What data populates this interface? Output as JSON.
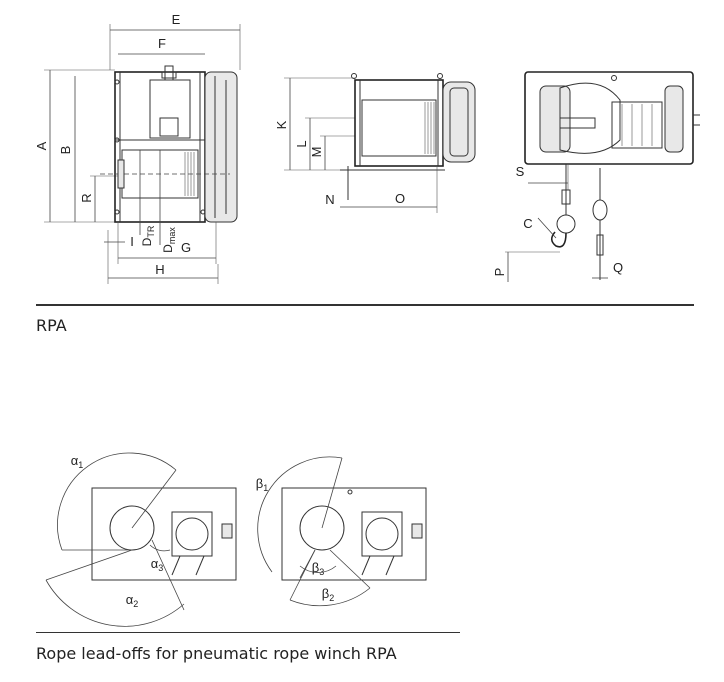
{
  "captions": {
    "top": "RPA",
    "bottom": "Rope lead-offs for pneumatic rope winch RPA"
  },
  "dimension_labels": {
    "E": "E",
    "F": "F",
    "A": "A",
    "B": "B",
    "R": "R",
    "I": "I",
    "D_TR_main": "D",
    "D_TR_sub": "TR",
    "D_max_main": "D",
    "D_max_sub": "max",
    "G": "G",
    "H": "H",
    "K": "K",
    "L": "L",
    "M": "M",
    "N": "N",
    "O": "O",
    "S": "S",
    "C": "C",
    "P": "P",
    "Q": "Q"
  },
  "angle_labels": {
    "alpha1": "α",
    "alpha1_sub": "1",
    "alpha2": "α",
    "alpha2_sub": "2",
    "alpha3": "α",
    "alpha3_sub": "3",
    "beta1": "β",
    "beta1_sub": "1",
    "beta2": "β",
    "beta2_sub": "2",
    "beta3": "β",
    "beta3_sub": "3"
  },
  "colors": {
    "line": "#333333",
    "rule": "#333333",
    "background": "#ffffff"
  }
}
